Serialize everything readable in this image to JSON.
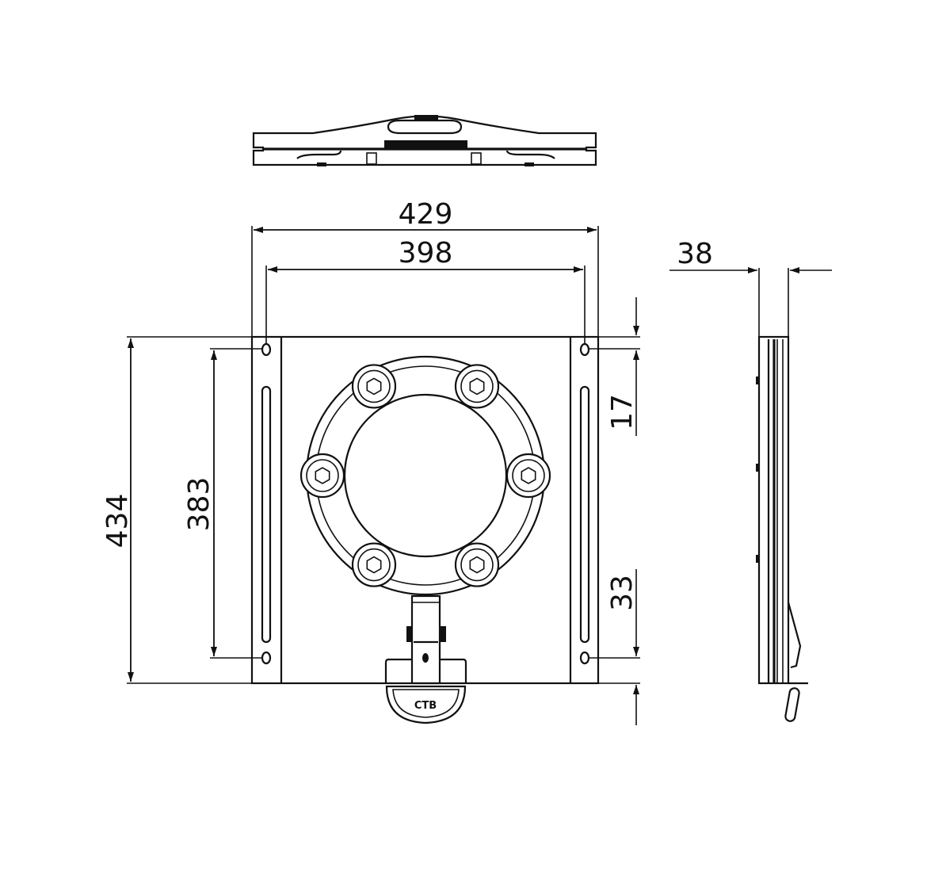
{
  "drawing": {
    "views": [
      "top-view",
      "front-view",
      "side-view"
    ],
    "line_color": "#111111",
    "background": "#ffffff",
    "logo_text": "CTB"
  },
  "dimensions": {
    "overall_width": "429",
    "hole_spacing_width": "398",
    "overall_height": "434",
    "hole_spacing_height": "383",
    "top_offset": "17",
    "bottom_offset": "33",
    "thickness": "38"
  }
}
